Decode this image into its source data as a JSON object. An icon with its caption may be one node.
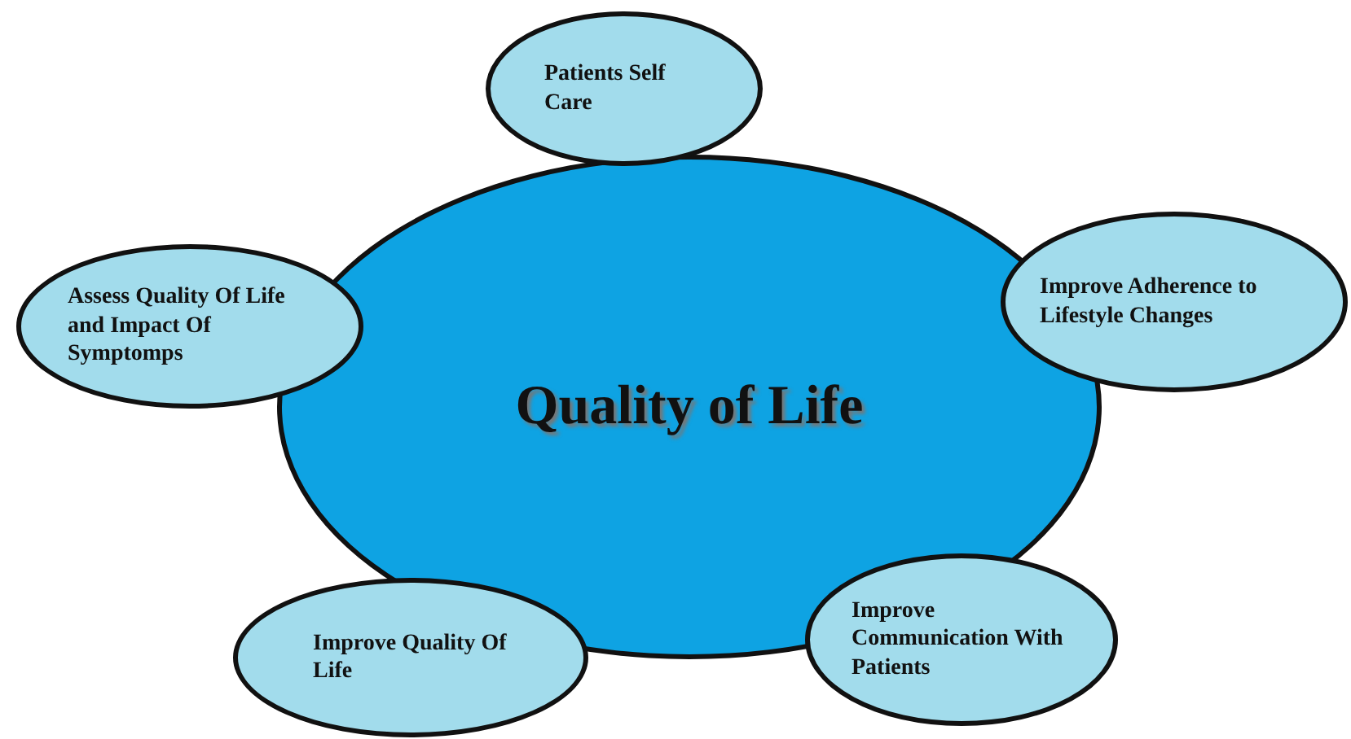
{
  "diagram": {
    "nodes": [
      {
        "text": [
          "Quality of Life"
        ]
      },
      {
        "text": [
          "Patients Self Care"
        ]
      },
      {
        "text": [
          "Improve Adherence to Lifestyle Changes"
        ]
      },
      {
        "text": [
          "Assess Quality Of Life and Impact Of Symptomps"
        ]
      },
      {
        "text": [
          "Improve Communication With Patients"
        ]
      },
      {
        "text": [
          "Improve Quality Of Life"
        ]
      }
    ]
  }
}
